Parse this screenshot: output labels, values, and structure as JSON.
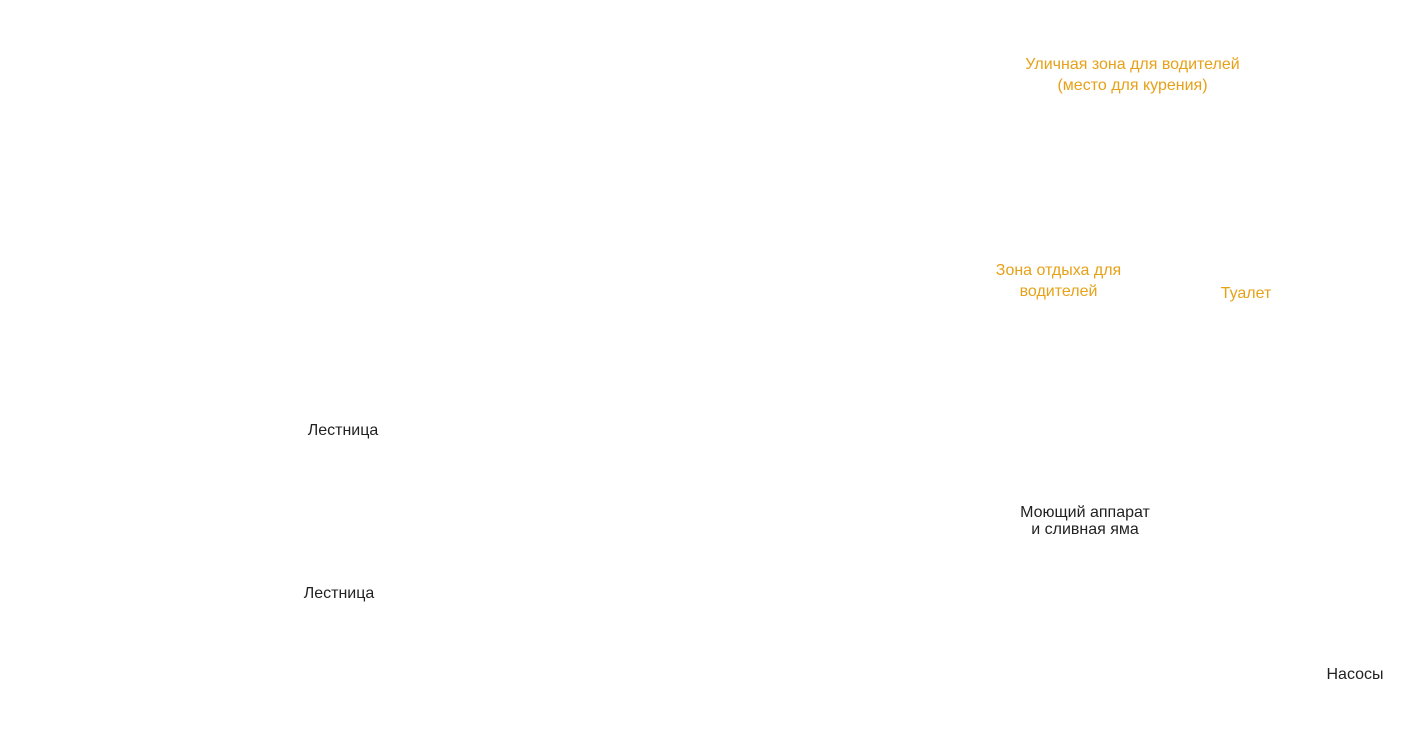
{
  "labels": {
    "outdoor_zone": {
      "line1": "Уличная зона для водителей",
      "line2": "(место для курения)"
    },
    "rest_zone": {
      "line1": "Зона отдыха для",
      "line2": "водителей"
    },
    "toilet": "Туалет",
    "stairs_upper": "Лестница",
    "stairs_lower": "Лестница",
    "washer": {
      "line1": "Моющий аппарат",
      "line2": "и сливная яма"
    },
    "pumps": "Насосы"
  },
  "colors": {
    "accent": "#e6a117",
    "text": "#222222",
    "background": "#ffffff"
  }
}
